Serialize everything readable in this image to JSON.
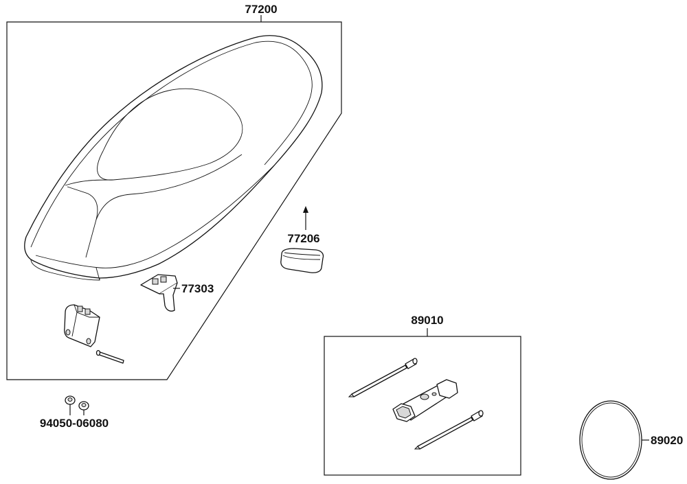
{
  "parts": {
    "seat_assembly": "77200",
    "seat_rubber": "77206",
    "seat_lock_hook": "77303",
    "nut": "94050-06080",
    "tool_kit": "89010",
    "band": "89020"
  }
}
